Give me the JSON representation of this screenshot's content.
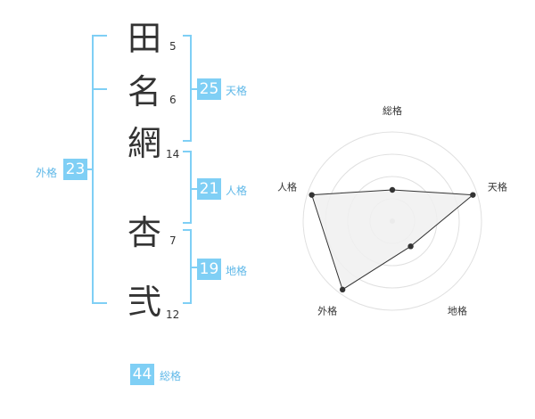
{
  "name": {
    "characters": [
      {
        "char": "田",
        "strokes": "5"
      },
      {
        "char": "名",
        "strokes": "6"
      },
      {
        "char": "網",
        "strokes": "14"
      },
      {
        "char": "杏",
        "strokes": "7"
      },
      {
        "char": "弐",
        "strokes": "12"
      }
    ]
  },
  "kakusu": {
    "tenkaku": {
      "value": "25",
      "label": "天格"
    },
    "jinkaku": {
      "value": "21",
      "label": "人格"
    },
    "chikaku": {
      "value": "19",
      "label": "地格"
    },
    "gaikaku": {
      "value": "23",
      "label": "外格"
    },
    "soukaku": {
      "value": "44",
      "label": "総格"
    }
  },
  "colors": {
    "bracket": "#7fcff5",
    "badge": "#7fcff5",
    "kaku_text": "#5fb8e8",
    "text": "#333333",
    "radar_fill": "#f0f0f0",
    "radar_line": "#333333"
  },
  "chart_data": {
    "type": "radar",
    "axes": [
      "総格",
      "天格",
      "地格",
      "外格",
      "人格"
    ],
    "levels": 4,
    "values": [
      0.35,
      0.95,
      0.35,
      0.95,
      0.95
    ]
  }
}
